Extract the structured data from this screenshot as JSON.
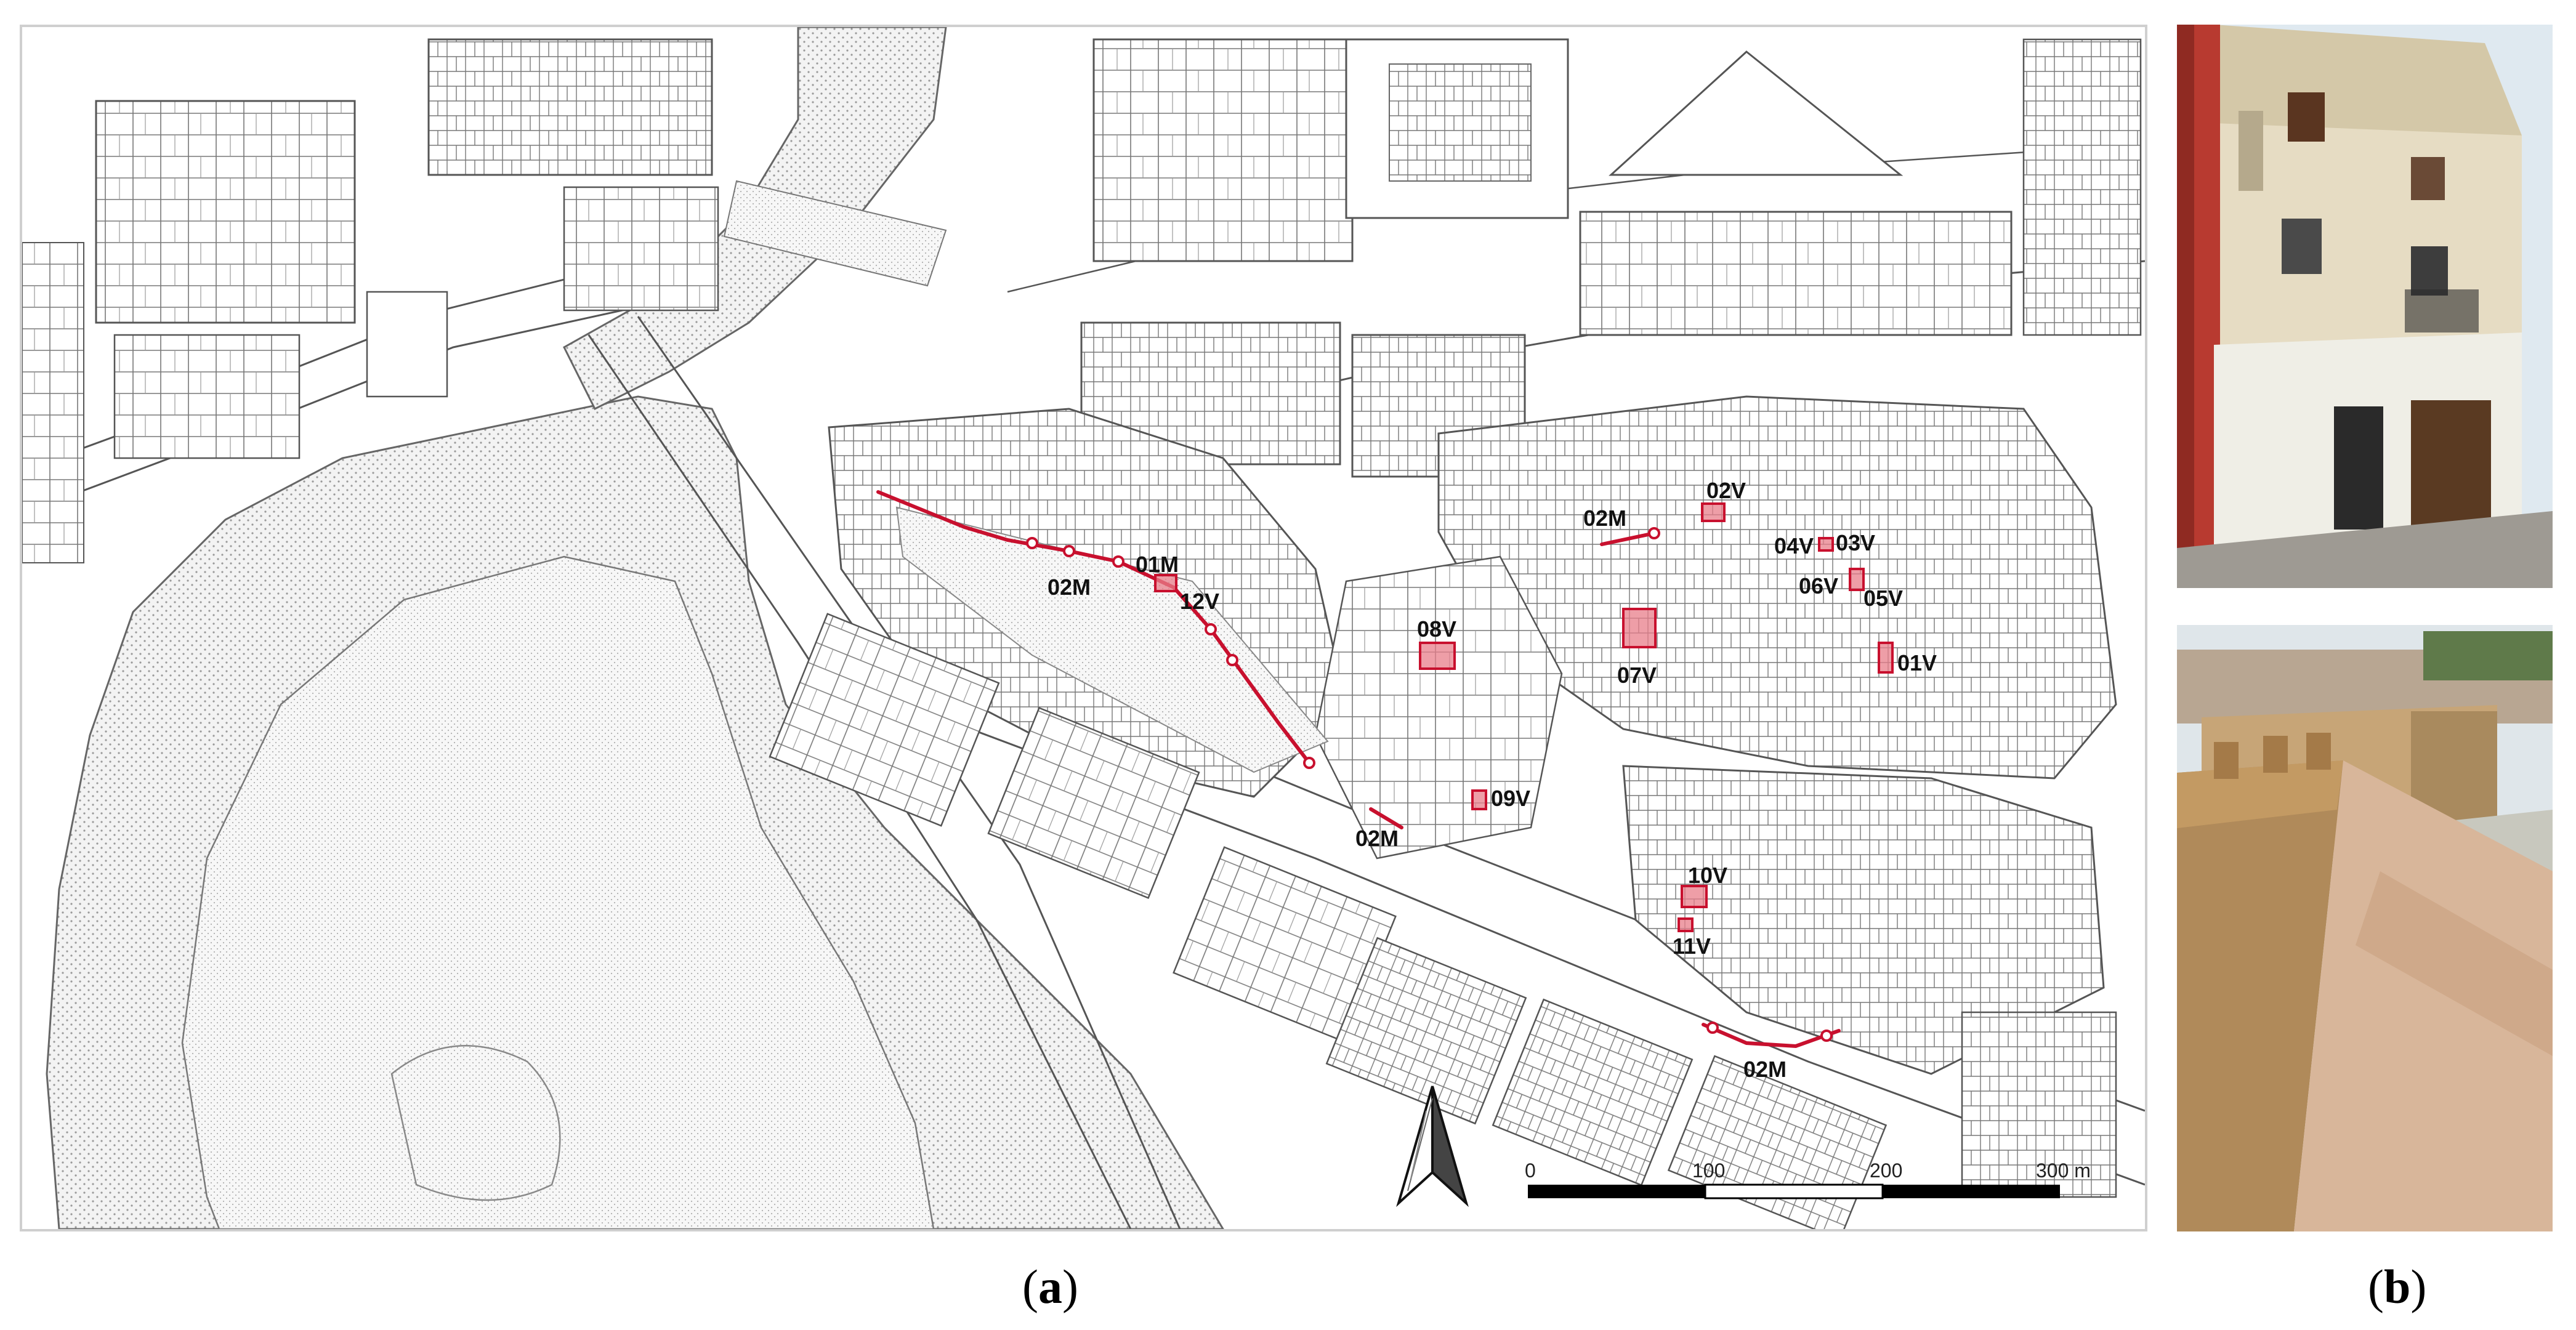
{
  "map": {
    "labels": [
      {
        "id": "l-01m",
        "text": "01M"
      },
      {
        "id": "l-02m-a",
        "text": "02M"
      },
      {
        "id": "l-12v",
        "text": "12V"
      },
      {
        "id": "l-02m-b",
        "text": "02M"
      },
      {
        "id": "l-02v",
        "text": "02V"
      },
      {
        "id": "l-04v",
        "text": "04V"
      },
      {
        "id": "l-03v",
        "text": "03V"
      },
      {
        "id": "l-06v",
        "text": "06V"
      },
      {
        "id": "l-05v",
        "text": "05V"
      },
      {
        "id": "l-08v",
        "text": "08V"
      },
      {
        "id": "l-07v",
        "text": "07V"
      },
      {
        "id": "l-01v",
        "text": "01V"
      },
      {
        "id": "l-02m-c",
        "text": "02M"
      },
      {
        "id": "l-09v",
        "text": "09V"
      },
      {
        "id": "l-10v",
        "text": "10V"
      },
      {
        "id": "l-11v",
        "text": "11V"
      },
      {
        "id": "l-02m-d",
        "text": "02M"
      }
    ],
    "scale_bar": {
      "ticks": [
        "0",
        "100",
        "200",
        "300 m"
      ]
    },
    "highlight_color": "#c8102e",
    "north_arrow": "north-arrow-icon"
  },
  "panels": {
    "a": {
      "open": "(",
      "letter": "a",
      "close": ")"
    },
    "b": {
      "open": "(",
      "letter": "b",
      "close": ")"
    }
  },
  "photos": {
    "top": "house-facade-photo",
    "bottom": "city-wall-photo"
  }
}
